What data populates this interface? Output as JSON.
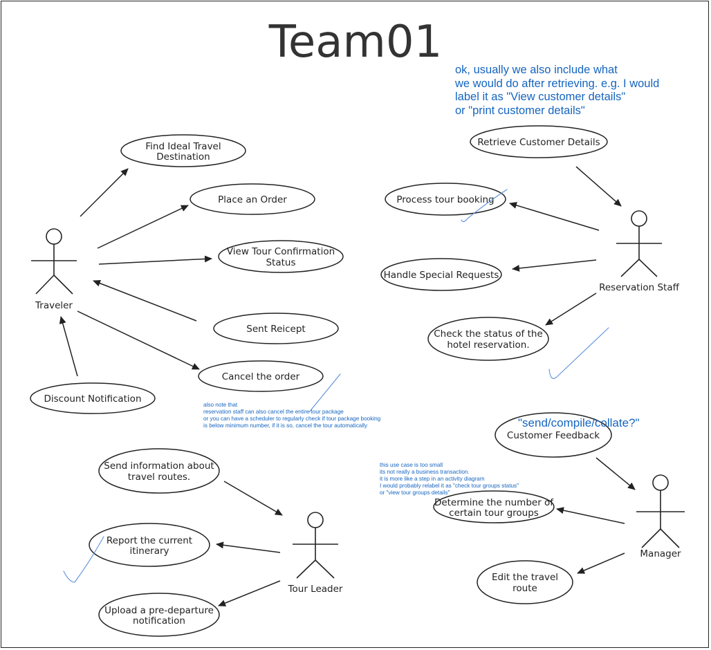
{
  "title": "Team01",
  "actors": {
    "traveler": "Traveler",
    "reservation_staff": "Reservation Staff",
    "tour_leader": "Tour Leader",
    "manager": "Manager"
  },
  "use_cases": {
    "find_destination": [
      "Find Ideal Travel",
      "Destination"
    ],
    "place_order": [
      "Place an Order"
    ],
    "view_confirmation": [
      "View Tour Confirmation",
      "Status"
    ],
    "sent_receipt": [
      "Sent Reicept"
    ],
    "cancel_order": [
      "Cancel the order"
    ],
    "discount_notification": [
      "Discount Notification"
    ],
    "retrieve_customer": [
      "Retrieve Customer Details"
    ],
    "process_booking": [
      "Process tour booking"
    ],
    "special_requests": [
      "Handle Special Requests"
    ],
    "hotel_status": [
      "Check the status of the",
      "hotel reservation."
    ],
    "send_routes": [
      "Send information about",
      "travel routes."
    ],
    "report_itinerary": [
      "Report the current",
      "itinerary"
    ],
    "upload_notification": [
      "Upload a pre-departure",
      "notification"
    ],
    "customer_feedback": [
      "Customer Feedback"
    ],
    "determine_groups": [
      "Determine the number of",
      "certain tour groups"
    ],
    "edit_route": [
      "Edit the travel",
      "route"
    ]
  },
  "annotations": {
    "retrieve_note": "ok, usually we also include what\nwe would do after retrieving. e.g. I would\nlabel it as \"View customer details\"\nor \"print customer details\"",
    "cancel_note": "also note that\nreservation staff can also cancel the entire tour package\nor you can have a scheduler to regularly check if tour package booking\nis below minimum number, if it is so, cancel the tour automatically",
    "feedback_note": "\"send/compile/collate?\"",
    "groups_note": "this use case is too small\nits not really a business transaction.\nit is more like a step in an activity diagram\nI would probably relabel it as \"check tour groups status\"\nor \"view tour groups details\""
  },
  "colors": {
    "annotation": "#1565c0",
    "checkmark": "#5b8fd9",
    "line": "#222222"
  }
}
